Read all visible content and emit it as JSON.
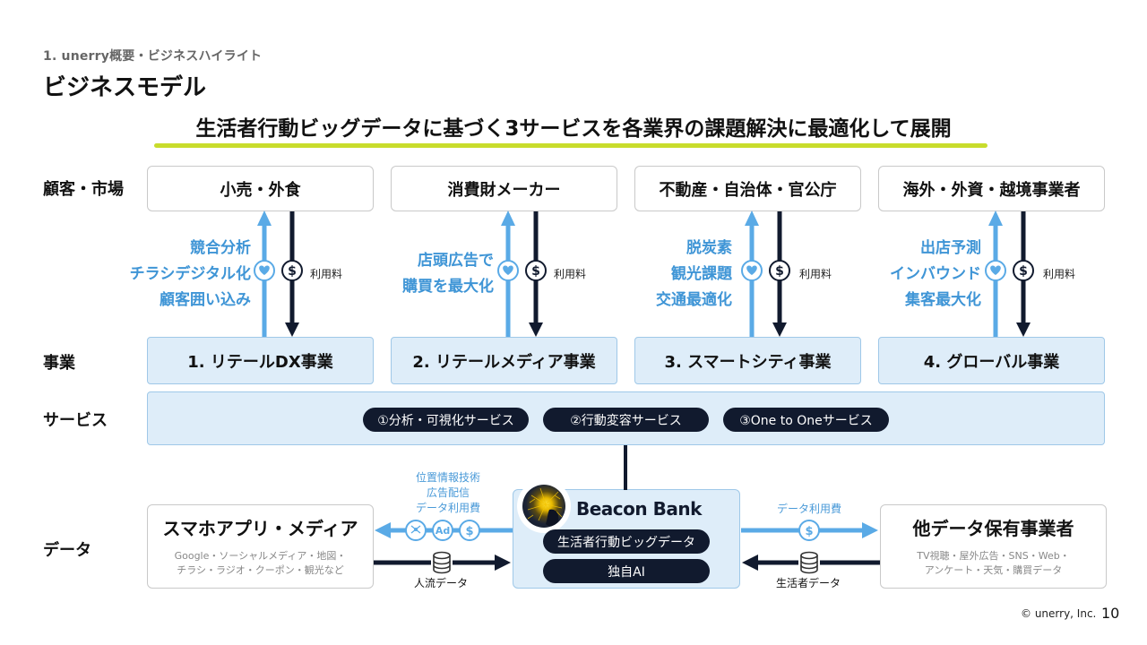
{
  "header": {
    "breadcrumb": "1. unerry概要・ビジネスハイライト",
    "title": "ビジネスモデル",
    "headline": "生活者行動ビッグデータに基づく3サービスを各業界の課題解決に最適化して展開"
  },
  "row_labels": {
    "customers": "顧客・市場",
    "business": "事業",
    "services": "サービス",
    "data": "データ"
  },
  "segments": [
    {
      "customer": "小売・外食",
      "benefits": [
        "競合分析",
        "チラシデジタル化",
        "顧客囲い込み"
      ],
      "fee_label": "利用料",
      "business": "1. リテールDX事業"
    },
    {
      "customer": "消費財メーカー",
      "benefits": [
        "店頭広告で",
        "購買を最大化"
      ],
      "fee_label": "利用料",
      "business": "2. リテールメディア事業"
    },
    {
      "customer": "不動産・自治体・官公庁",
      "benefits": [
        "脱炭素",
        "観光課題",
        "交通最適化"
      ],
      "fee_label": "利用料",
      "business": "3. スマートシティ事業"
    },
    {
      "customer": "海外・外資・越境事業者",
      "benefits": [
        "出店予測",
        "インバウンド",
        "集客最大化"
      ],
      "fee_label": "利用料",
      "business": "4. グローバル事業"
    }
  ],
  "services": [
    "①分析・可視化サービス",
    "②行動変容サービス",
    "③One to Oneサービス"
  ],
  "data_layer": {
    "left_partner": {
      "title": "スマホアプリ・メディア",
      "subtitle_lines": [
        "Google・ソーシャルメディア・地図・",
        "チラシ・ラジオ・クーポン・観光など"
      ]
    },
    "left_outflow_labels": [
      "位置情報技術",
      "広告配信",
      "データ利用費"
    ],
    "left_outflow_icons": [
      "brain-icon",
      "ad-icon",
      "dollar-icon"
    ],
    "left_inflow_label": "人流データ",
    "center": {
      "brand": "Beacon Bank",
      "items": [
        "生活者行動ビッグデータ",
        "独自AI"
      ]
    },
    "right_outflow_label": "データ利用費",
    "right_inflow_label": "生活者データ",
    "right_partner": {
      "title": "他データ保有事業者",
      "subtitle_lines": [
        "TV視聴・屋外広告・SNS・Web・",
        "アンケート・天気・購買データ"
      ]
    }
  },
  "footer": {
    "copyright": "© unerry, Inc.",
    "page_number": "10"
  },
  "colors": {
    "accent_underline": "#c8dc2c",
    "value_blue": "#5aaae6",
    "dark_navy": "#111a2e",
    "panel_fill": "#deedf9",
    "panel_border": "#9fc8e8"
  }
}
